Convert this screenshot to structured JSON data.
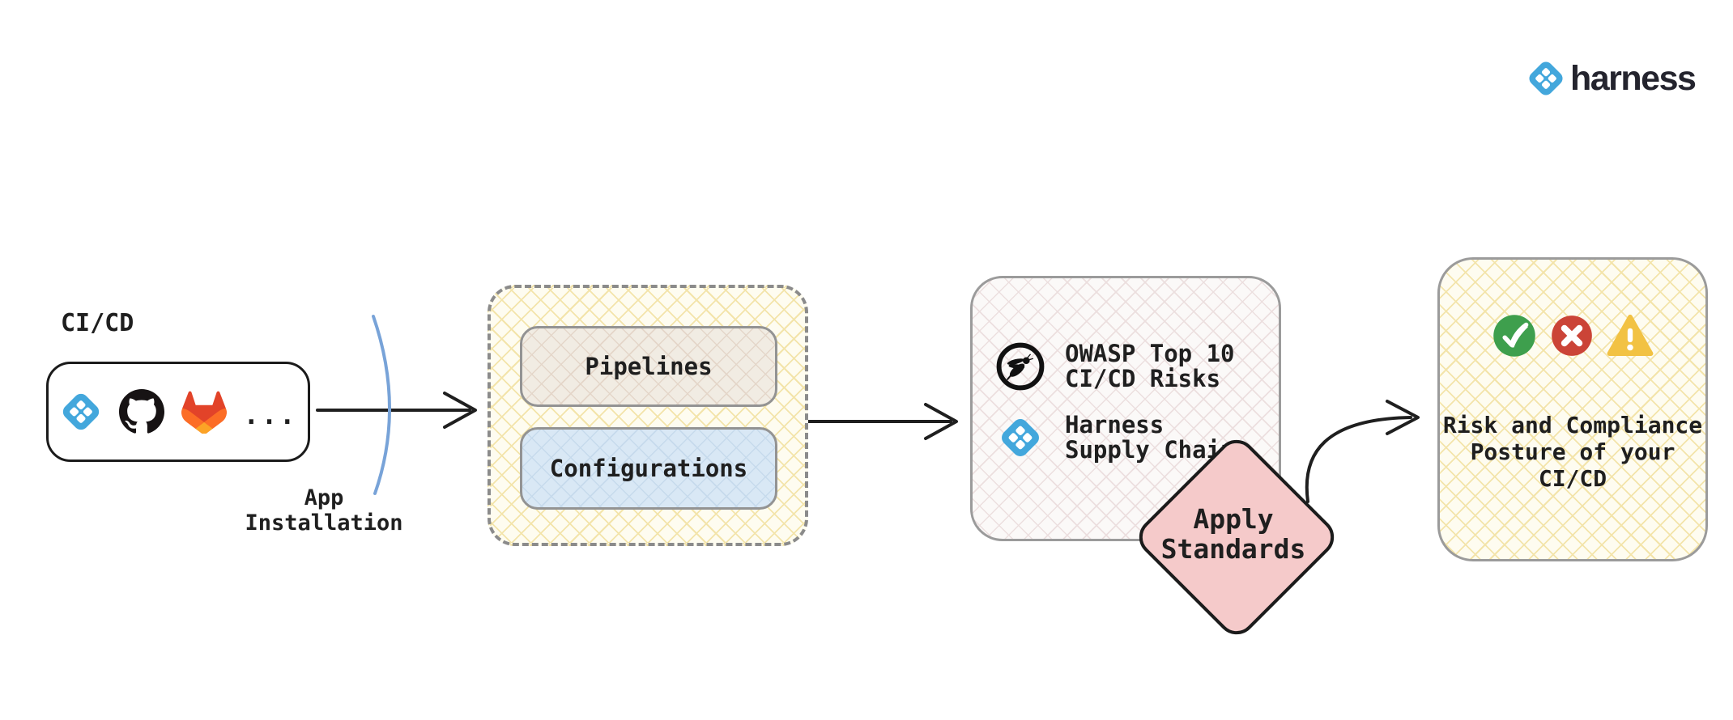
{
  "header": {
    "logo_text": "harness"
  },
  "source": {
    "title": "CI/CD",
    "icons": [
      "harness-icon",
      "github-icon",
      "gitlab-icon"
    ],
    "ellipsis": "..."
  },
  "app_installation": {
    "line1": "App",
    "line2": "Installation"
  },
  "harness_module": {
    "pipelines_label": "Pipelines",
    "configurations_label": "Configurations"
  },
  "standards": {
    "owasp": {
      "line1": "OWASP Top 10",
      "line2": "CI/CD Risks"
    },
    "harness": {
      "line1": "Harness",
      "line2": "Supply Chain"
    }
  },
  "decision": {
    "line1": "Apply",
    "line2": "Standards"
  },
  "outcome": {
    "status_icons": [
      "check-icon",
      "cross-icon",
      "warning-icon"
    ],
    "line1": "Risk and Compliance",
    "line2": "Posture of your",
    "line3": "CI/CD"
  },
  "colors": {
    "harness_blue": "#43A7DC",
    "logo_text_dark": "#24242E",
    "arrow_black": "#1F1F1F",
    "arc_blue": "#78A3D8",
    "diamond_pink": "#F5CACA",
    "success_green": "#3E9F4D",
    "error_red": "#CB4437",
    "warning_amber": "#F2C243",
    "hatch_cream_bg": "#FEFCF0",
    "hatch_cream_line": "#F3E4AA",
    "pipelines_fill": "#F1ECE3",
    "configurations_fill": "#D9E8F5",
    "standards_fill": "#FBF9F8",
    "github_black": "#171314",
    "gitlab_red": "#E24329",
    "gitlab_orange": "#FC6D26",
    "gitlab_amber": "#FCA326"
  }
}
